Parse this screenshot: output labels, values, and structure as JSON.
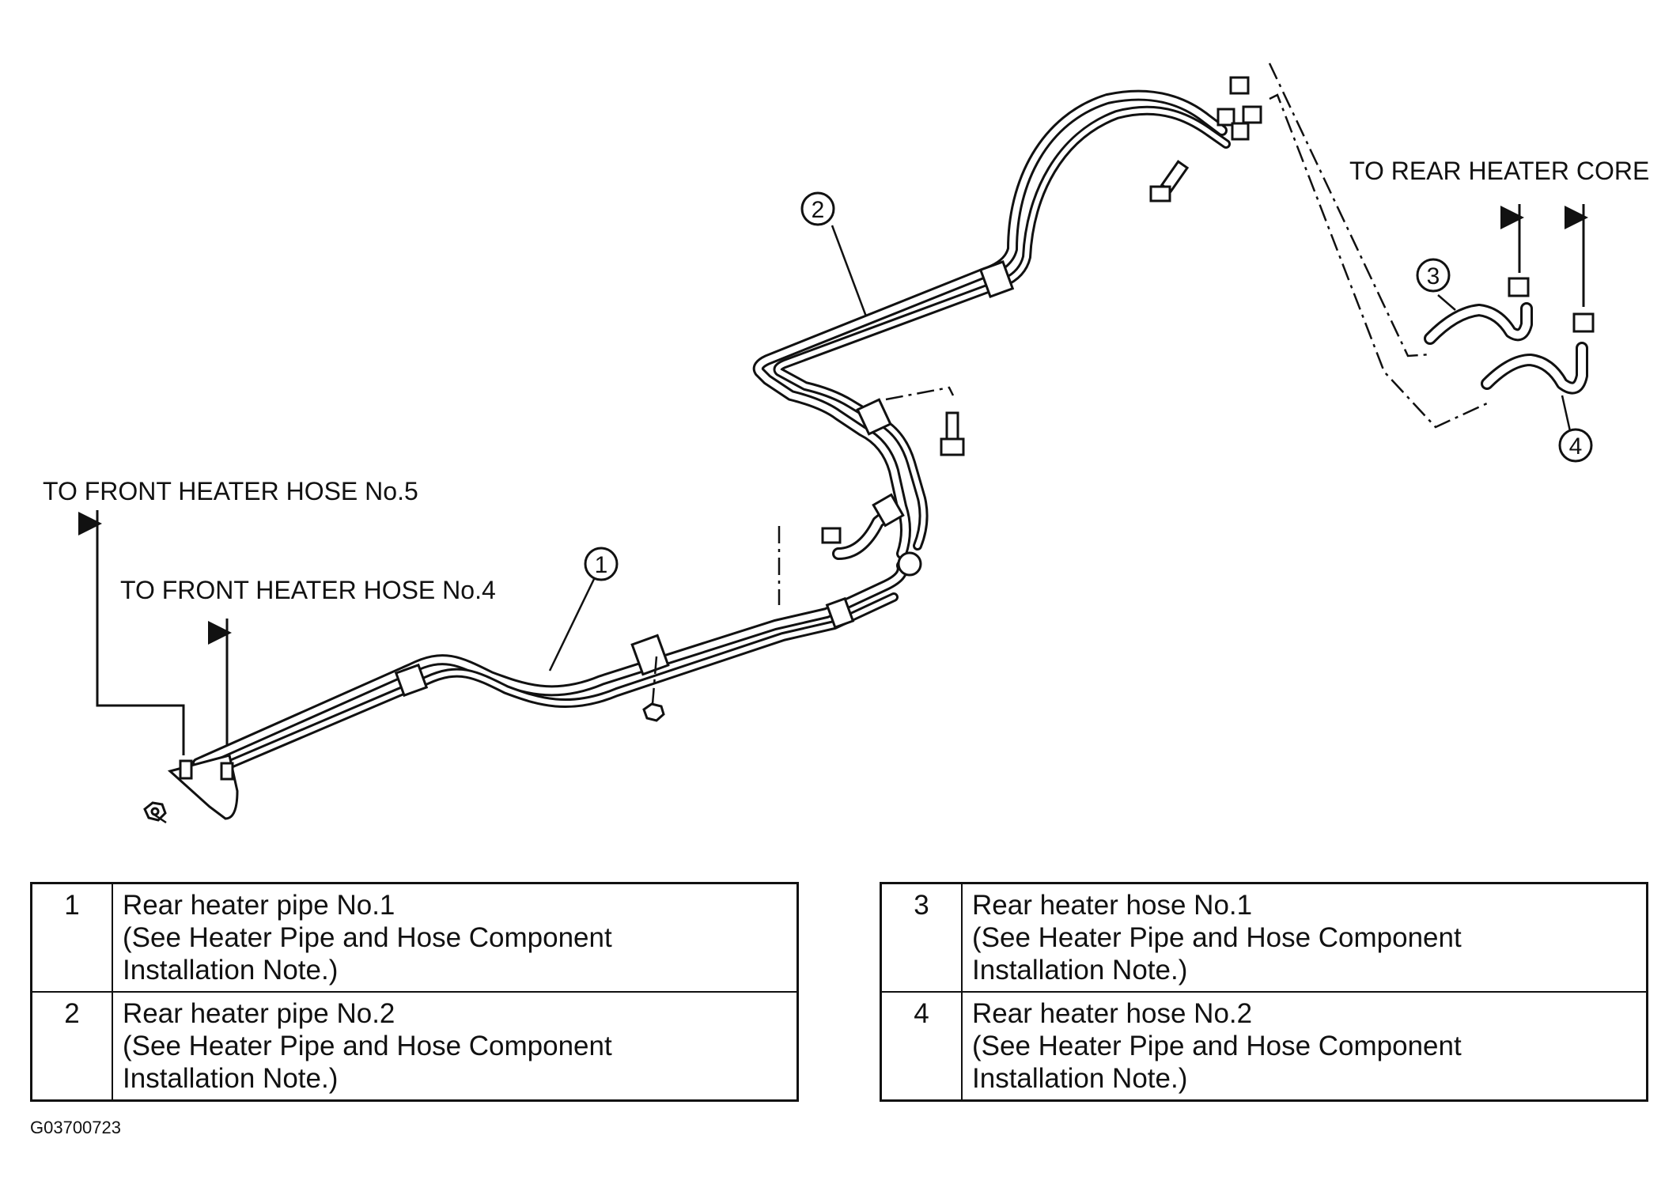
{
  "callouts": {
    "front_hose_5": "TO FRONT HEATER HOSE No.5",
    "front_hose_4": "TO FRONT HEATER HOSE No.4",
    "rear_core": "TO REAR HEATER CORE"
  },
  "markers": [
    "1",
    "2",
    "3",
    "4"
  ],
  "legend": {
    "left": [
      {
        "num": "1",
        "title": "Rear heater pipe No.1",
        "note1": "(See Heater Pipe and Hose Component",
        "note2": "Installation Note.)"
      },
      {
        "num": "2",
        "title": "Rear heater pipe No.2",
        "note1": "(See Heater Pipe and Hose Component",
        "note2": "Installation Note.)"
      }
    ],
    "right": [
      {
        "num": "3",
        "title": "Rear heater hose No.1",
        "note1": "(See Heater Pipe and Hose Component",
        "note2": "Installation Note.)"
      },
      {
        "num": "4",
        "title": "Rear heater hose No.2",
        "note1": "(See Heater Pipe and Hose Component",
        "note2": "Installation Note.)"
      }
    ]
  },
  "figure_code": "G03700723",
  "colors": {
    "ink": "#111111",
    "paper": "#ffffff"
  }
}
